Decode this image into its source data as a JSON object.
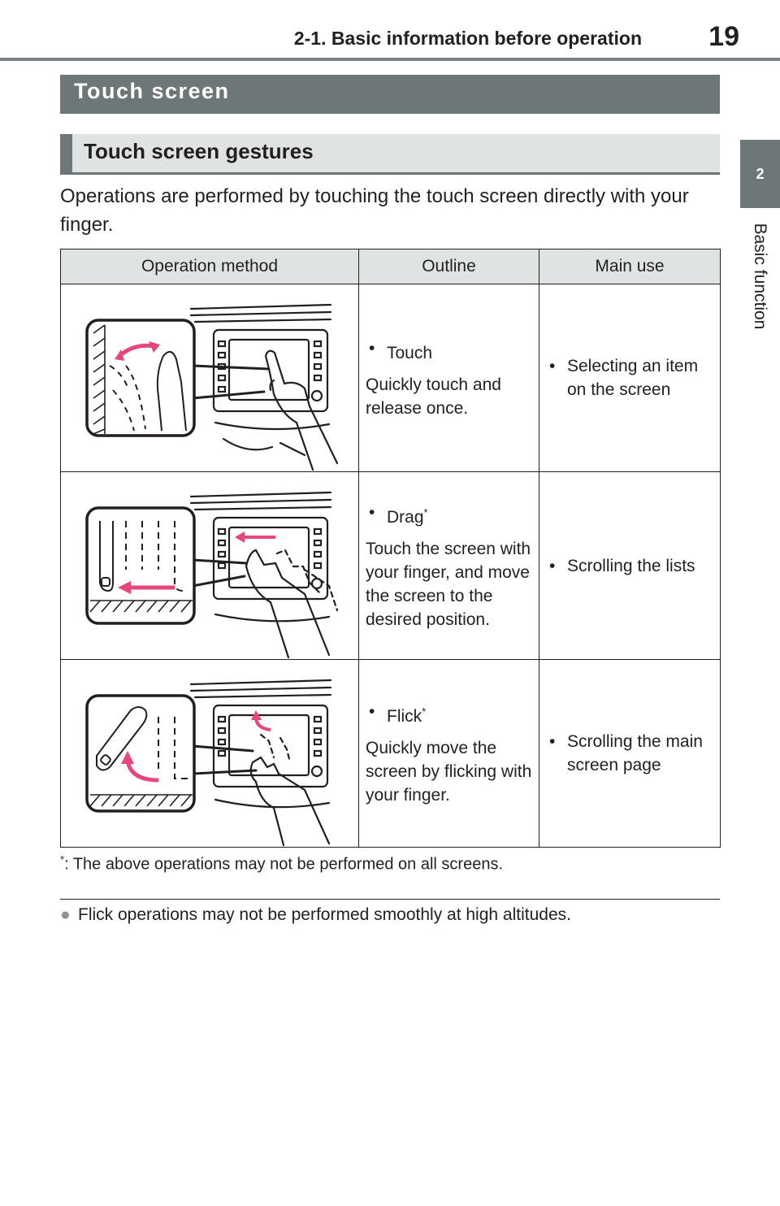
{
  "header": {
    "title": "2-1. Basic information before operation",
    "page_number": "19"
  },
  "chapter": {
    "number": "2",
    "label": "Basic function"
  },
  "section_title": "Touch screen",
  "subsection_title": "Touch screen gestures",
  "intro": "Operations are performed by touching the touch screen directly with your finger.",
  "table": {
    "headers": [
      "Operation method",
      "Outline",
      "Main use"
    ],
    "rows": [
      {
        "name": "Touch",
        "star": "",
        "description": "Quickly touch and release once.",
        "main_use": "Selecting an item on the screen"
      },
      {
        "name": "Drag",
        "star": "*",
        "description": "Touch the screen with your finger, and move the screen to the desired position.",
        "main_use": "Scrolling the lists"
      },
      {
        "name": "Flick",
        "star": "*",
        "description": "Quickly move the screen by flicking with your finger.",
        "main_use": "Scrolling the main screen page"
      }
    ]
  },
  "footnote": {
    "mark": "*",
    "text": ": The above operations may not be performed on all screens."
  },
  "note": "Flick operations may not be performed smoothly at high altitudes.",
  "colors": {
    "accent": "#e8457a",
    "heading_bg": "#6e7777",
    "subheading_bg": "#dfe3e3"
  }
}
